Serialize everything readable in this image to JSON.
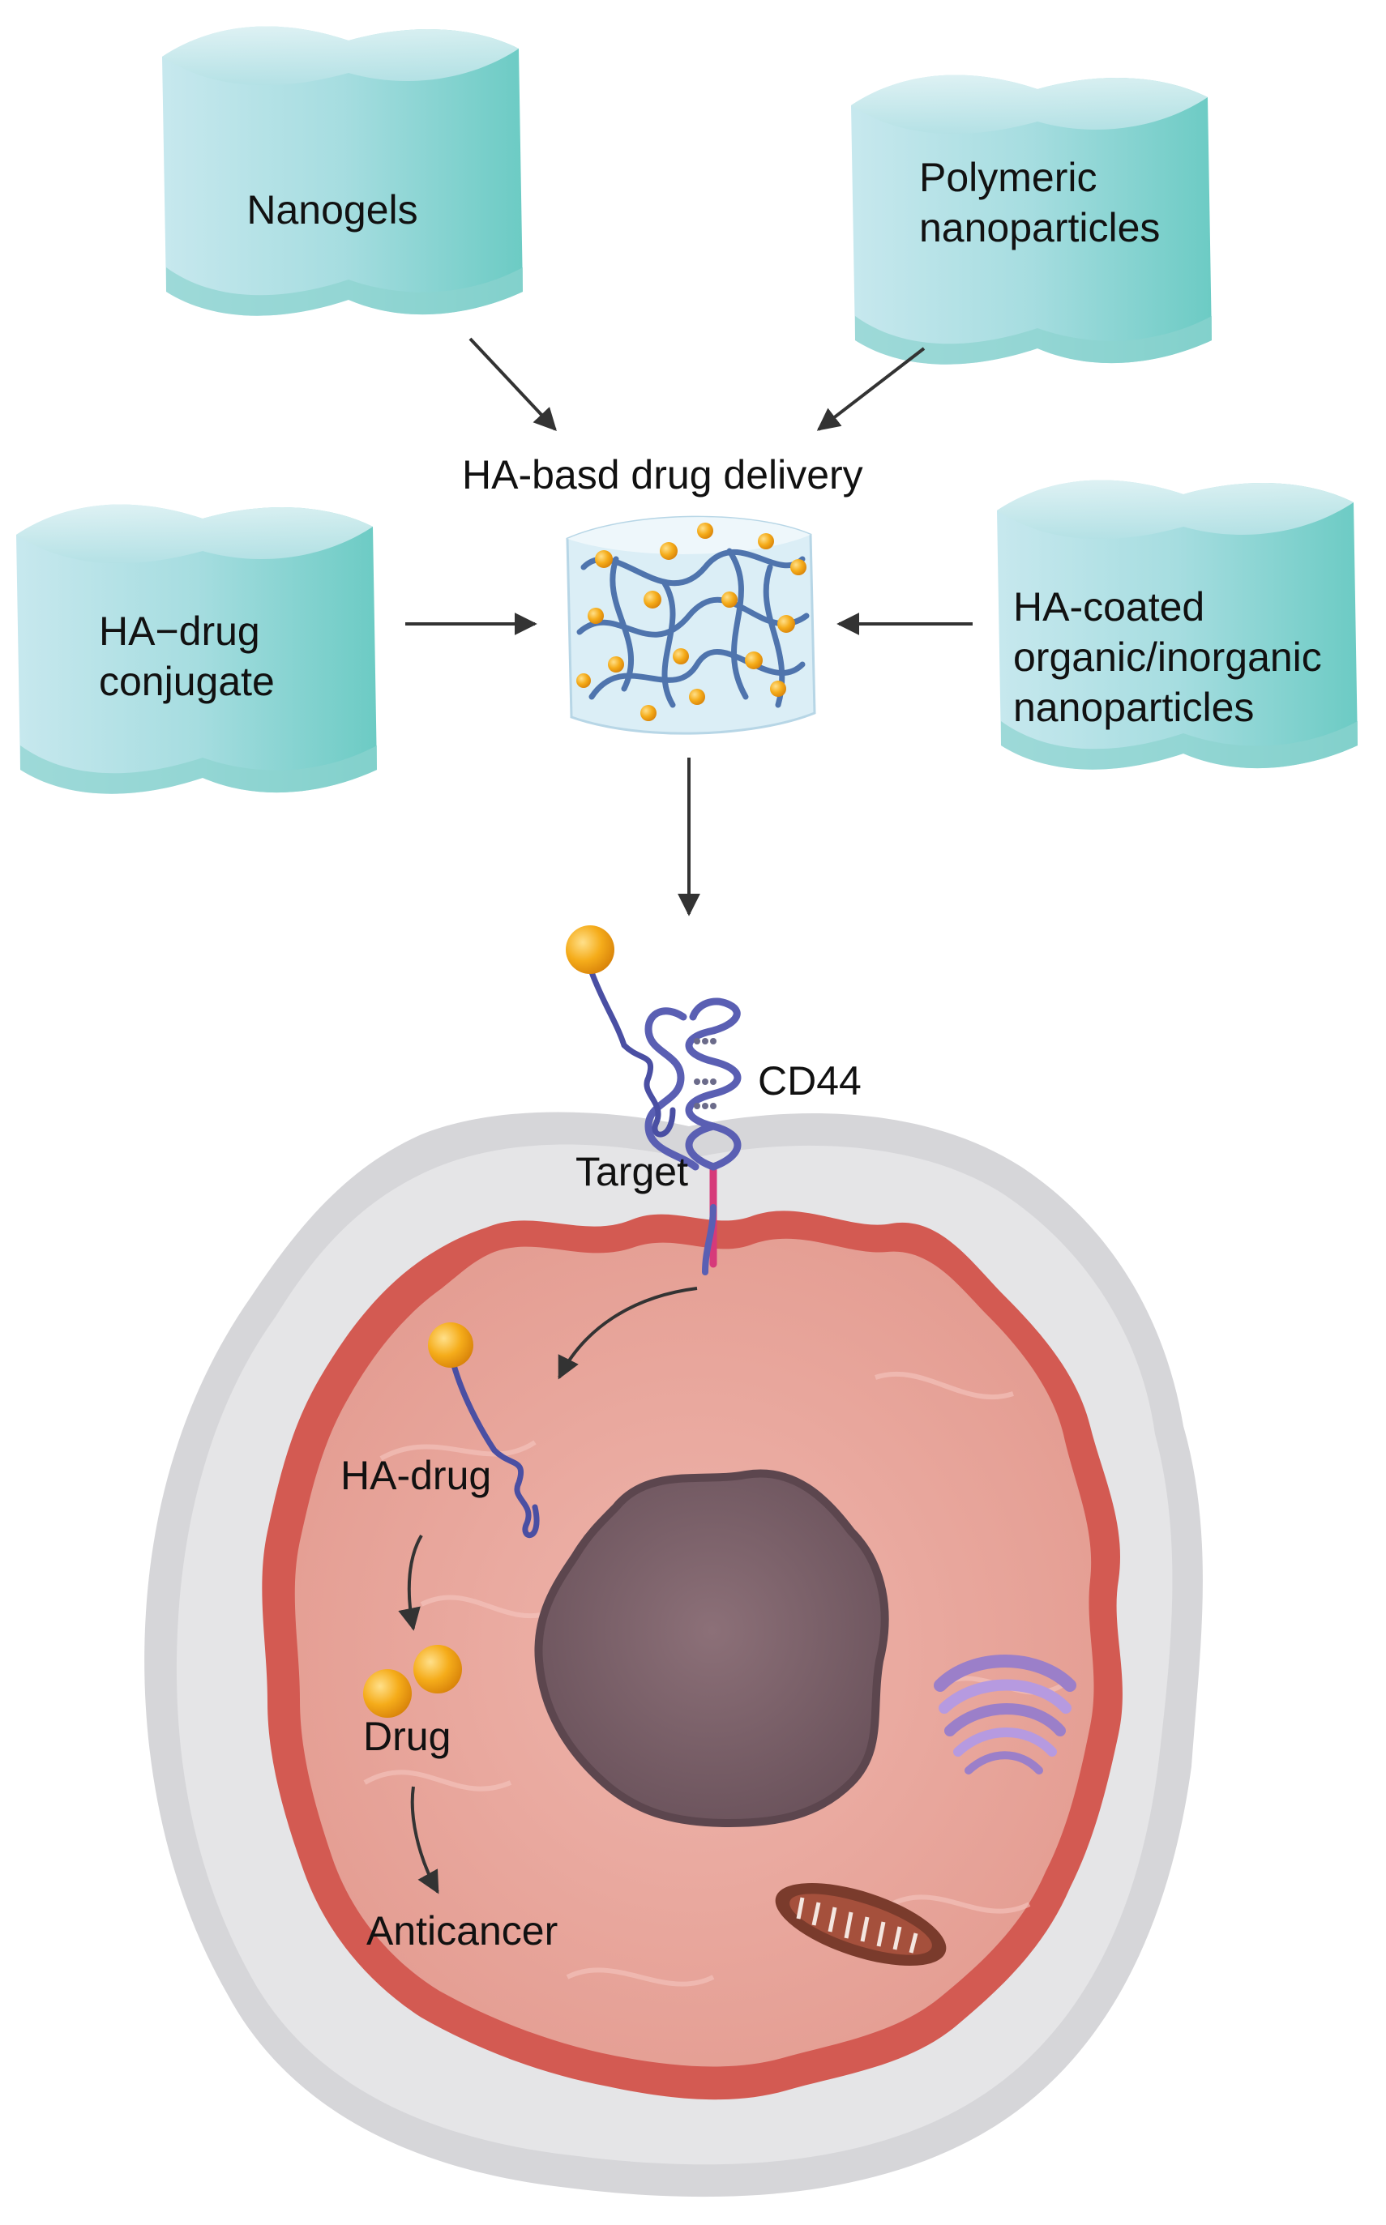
{
  "diagram": {
    "carriers": [
      {
        "id": "nanogels",
        "lines": [
          "Nanogels"
        ]
      },
      {
        "id": "polymeric",
        "lines": [
          "Polymeric",
          "nanoparticles"
        ]
      },
      {
        "id": "ha-drug-conjugate",
        "lines": [
          "HA−drug",
          "conjugate"
        ]
      },
      {
        "id": "ha-coated",
        "lines": [
          "HA-coated",
          "organic/inorganic",
          "nanoparticles"
        ]
      }
    ],
    "center_label": "HA-basd drug delivery",
    "receptor_label": "CD44",
    "target_label": "Target",
    "intracellular": {
      "ha_drug_label": "HA-drug",
      "drug_label": "Drug",
      "anticancer_label": "Anticancer"
    }
  },
  "colors": {
    "cube_top": "#bfe3ea",
    "cube_side": "#7fd0cc",
    "cell_outer": "#c9c9cc",
    "cell_membrane": "#d9665e",
    "cytoplasm": "#e8a39a",
    "nucleus": "#7a5f68",
    "drug_particle": "#f2a516",
    "ha_chain": "#4a4fa3"
  }
}
